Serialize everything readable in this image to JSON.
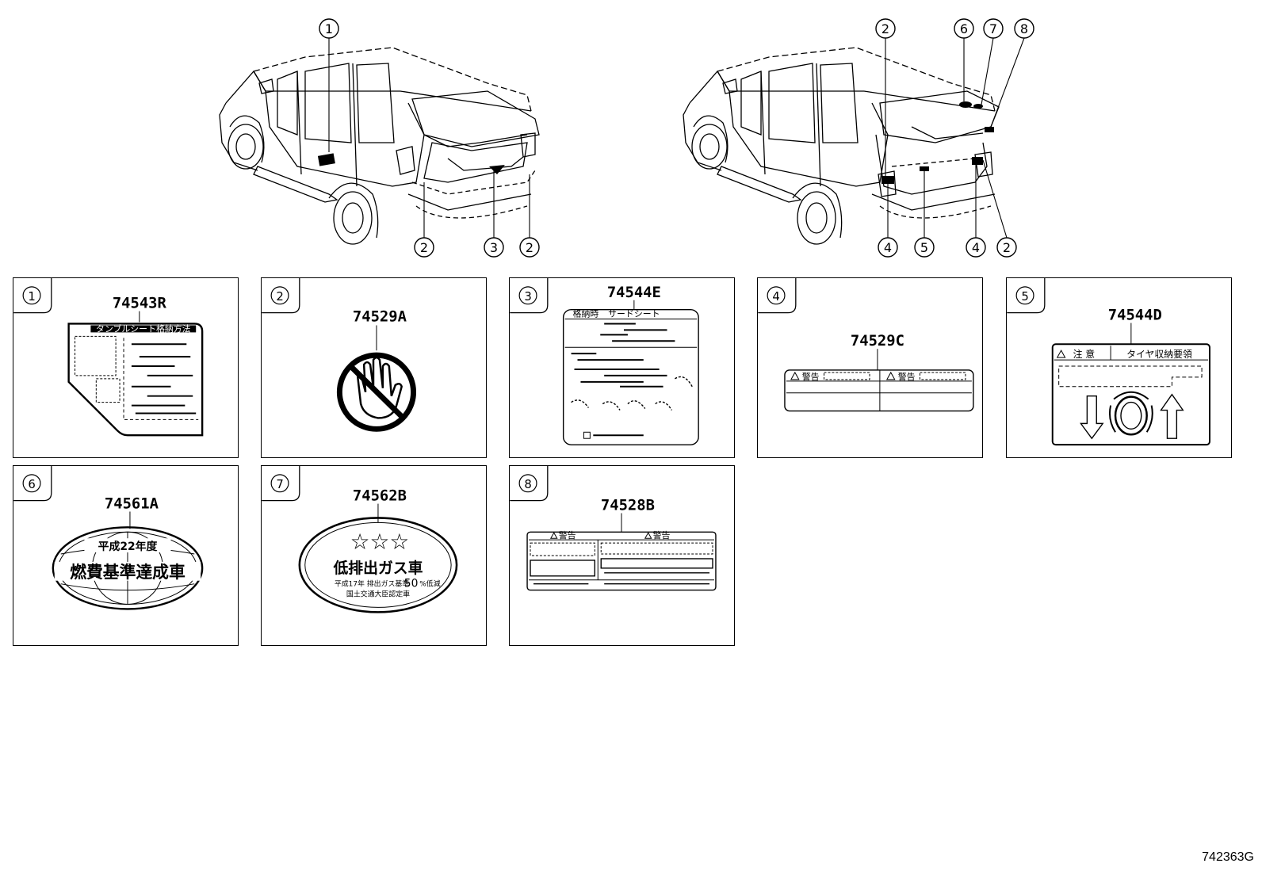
{
  "figure_code": "742363G",
  "car_left_callouts": [
    "1",
    "2",
    "3",
    "2"
  ],
  "car_right_callouts": [
    "2",
    "6",
    "7",
    "8",
    "4",
    "5",
    "4",
    "2"
  ],
  "panels": [
    {
      "num": "1",
      "part": "74543R",
      "label_text": "タンブルシート格納方法"
    },
    {
      "num": "2",
      "part": "74529A"
    },
    {
      "num": "3",
      "part": "74544E",
      "label_text_a": "格納時",
      "label_text_b": "サードシート"
    },
    {
      "num": "4",
      "part": "74529C",
      "label_text_a": "警告",
      "label_text_b": "警告"
    },
    {
      "num": "5",
      "part": "74544D",
      "label_text_a": "注 意",
      "label_text_b": "タイヤ収納要領"
    },
    {
      "num": "6",
      "part": "74561A",
      "label_text_a": "平成22年度",
      "label_text_b": "燃費基準達成車"
    },
    {
      "num": "7",
      "part": "74562B",
      "label_text_a": "☆☆☆",
      "label_text_b": "低排出ガス車",
      "label_text_c": "平成17年 排出ガス基準",
      "label_text_d": "50",
      "label_text_e": "%低減",
      "label_text_f": "国土交通大臣認定車"
    },
    {
      "num": "8",
      "part": "74528B",
      "label_text_a": "警告",
      "label_text_b": "警告"
    }
  ]
}
